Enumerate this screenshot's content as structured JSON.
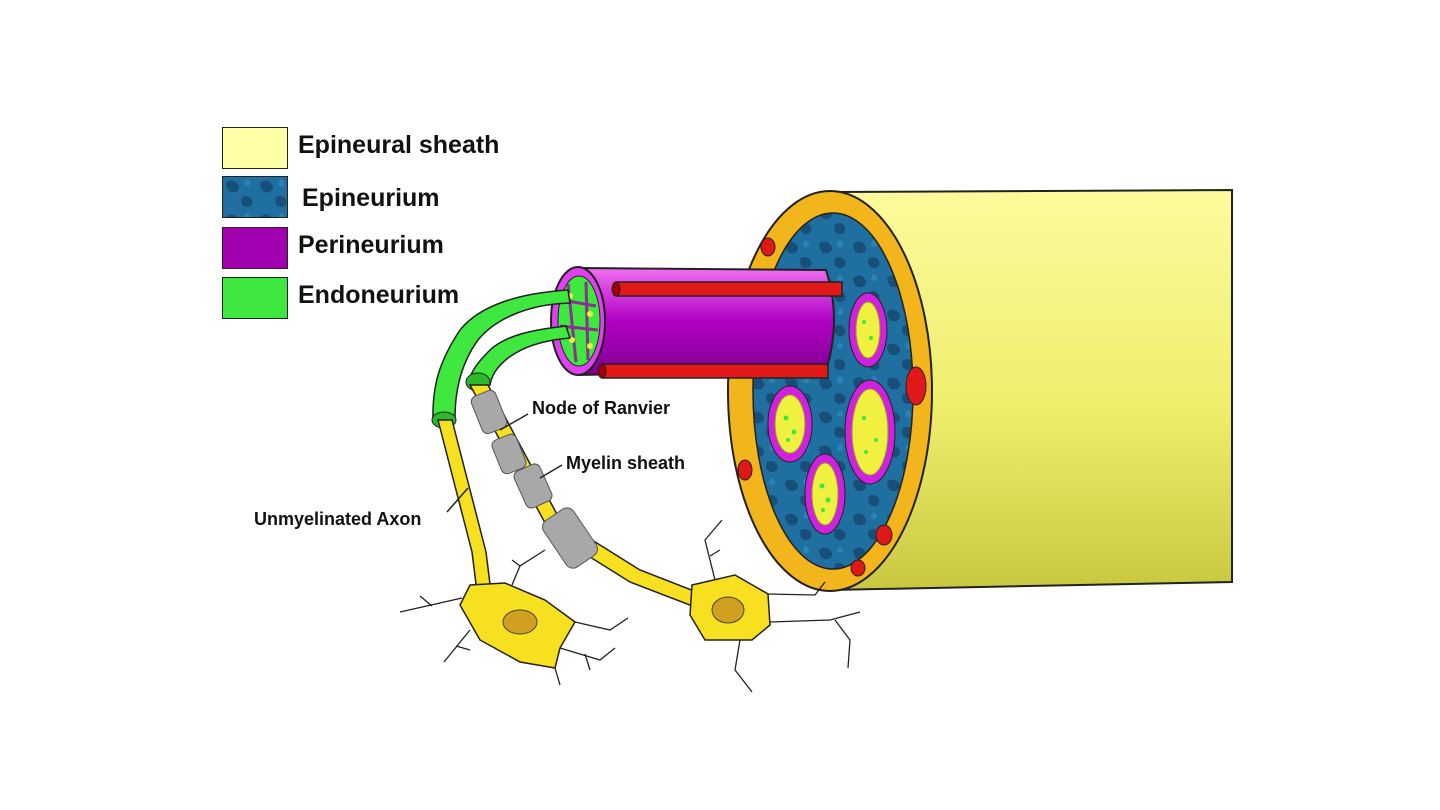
{
  "legend": {
    "items": [
      {
        "key": "epineural_sheath",
        "label": "Epineural sheath",
        "color": "#ffffa6"
      },
      {
        "key": "epineurium",
        "label": "Epineurium",
        "color": "#1f6fa0"
      },
      {
        "key": "perineurium",
        "label": "Perineurium",
        "color": "#a000b0"
      },
      {
        "key": "endoneurium",
        "label": "Endoneurium",
        "color": "#3ee83e"
      }
    ]
  },
  "callouts": {
    "node_of_ranvier": "Node of Ranvier",
    "myelin_sheath": "Myelin sheath",
    "unmyelinated_axon": "Unmyelinated Axon"
  },
  "colors": {
    "sheath_yellow": "#eeee70",
    "orange_ring": "#f2b51c",
    "blood_vessel": "#e01818",
    "neuron_yellow": "#f6e020",
    "myelin_gray": "#a8a8a8"
  }
}
